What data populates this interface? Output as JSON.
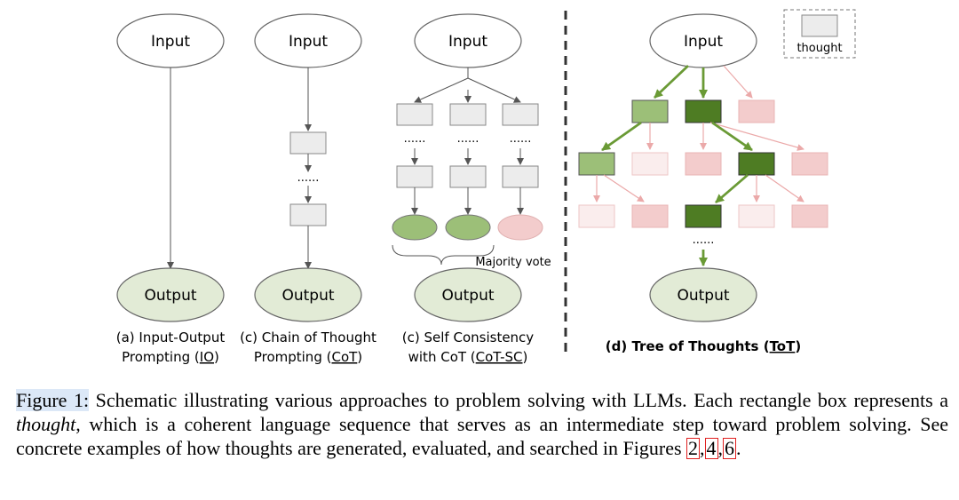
{
  "panels": {
    "io": {
      "input": "Input",
      "output": "Output",
      "caption_line1": "(a) Input-Output",
      "caption_line2_pre": "Prompting (",
      "caption_abbr": "IO",
      "caption_line2_post": ")"
    },
    "cot": {
      "input": "Input",
      "output": "Output",
      "dots": "......",
      "caption_line1": "(c) Chain of Thought",
      "caption_line2_pre": "Prompting (",
      "caption_abbr": "CoT",
      "caption_line2_post": ")"
    },
    "cotsc": {
      "input": "Input",
      "output": "Output",
      "dots": "......",
      "majority_vote": "Majority vote",
      "caption_line1": "(c) Self Consistency",
      "caption_line2_pre": "with CoT (",
      "caption_abbr": "CoT-SC",
      "caption_line2_post": ")"
    },
    "tot": {
      "input": "Input",
      "output": "Output",
      "dots": "......",
      "legend_label": "thought",
      "caption_pre": "(d) Tree of Thoughts (",
      "caption_abbr": "ToT",
      "caption_post": ")"
    }
  },
  "caption": {
    "label": "Figure 1:",
    "part1": " Schematic illustrating various approaches to problem solving with LLMs. Each rectangle box represents a ",
    "emphasis": "thought",
    "part2": ", which is a coherent language sequence that serves as an intermediate step toward problem solving. See concrete examples of how thoughts are generated, evaluated, and searched in Figures ",
    "ref1": "2",
    "ref_sep1": ",",
    "ref2": "4",
    "ref_sep2": ",",
    "ref3": "6",
    "end": "."
  },
  "colors": {
    "oval_fill": "#e2ebd6",
    "thought_gray": "#ececec",
    "green_light": "#9cbf78",
    "green_dark": "#4e7c23",
    "pink_light": "#f3cccc",
    "pink_faint": "#faeded",
    "arrow_green": "#6a9a35",
    "arrow_pink": "#eba9a9"
  }
}
